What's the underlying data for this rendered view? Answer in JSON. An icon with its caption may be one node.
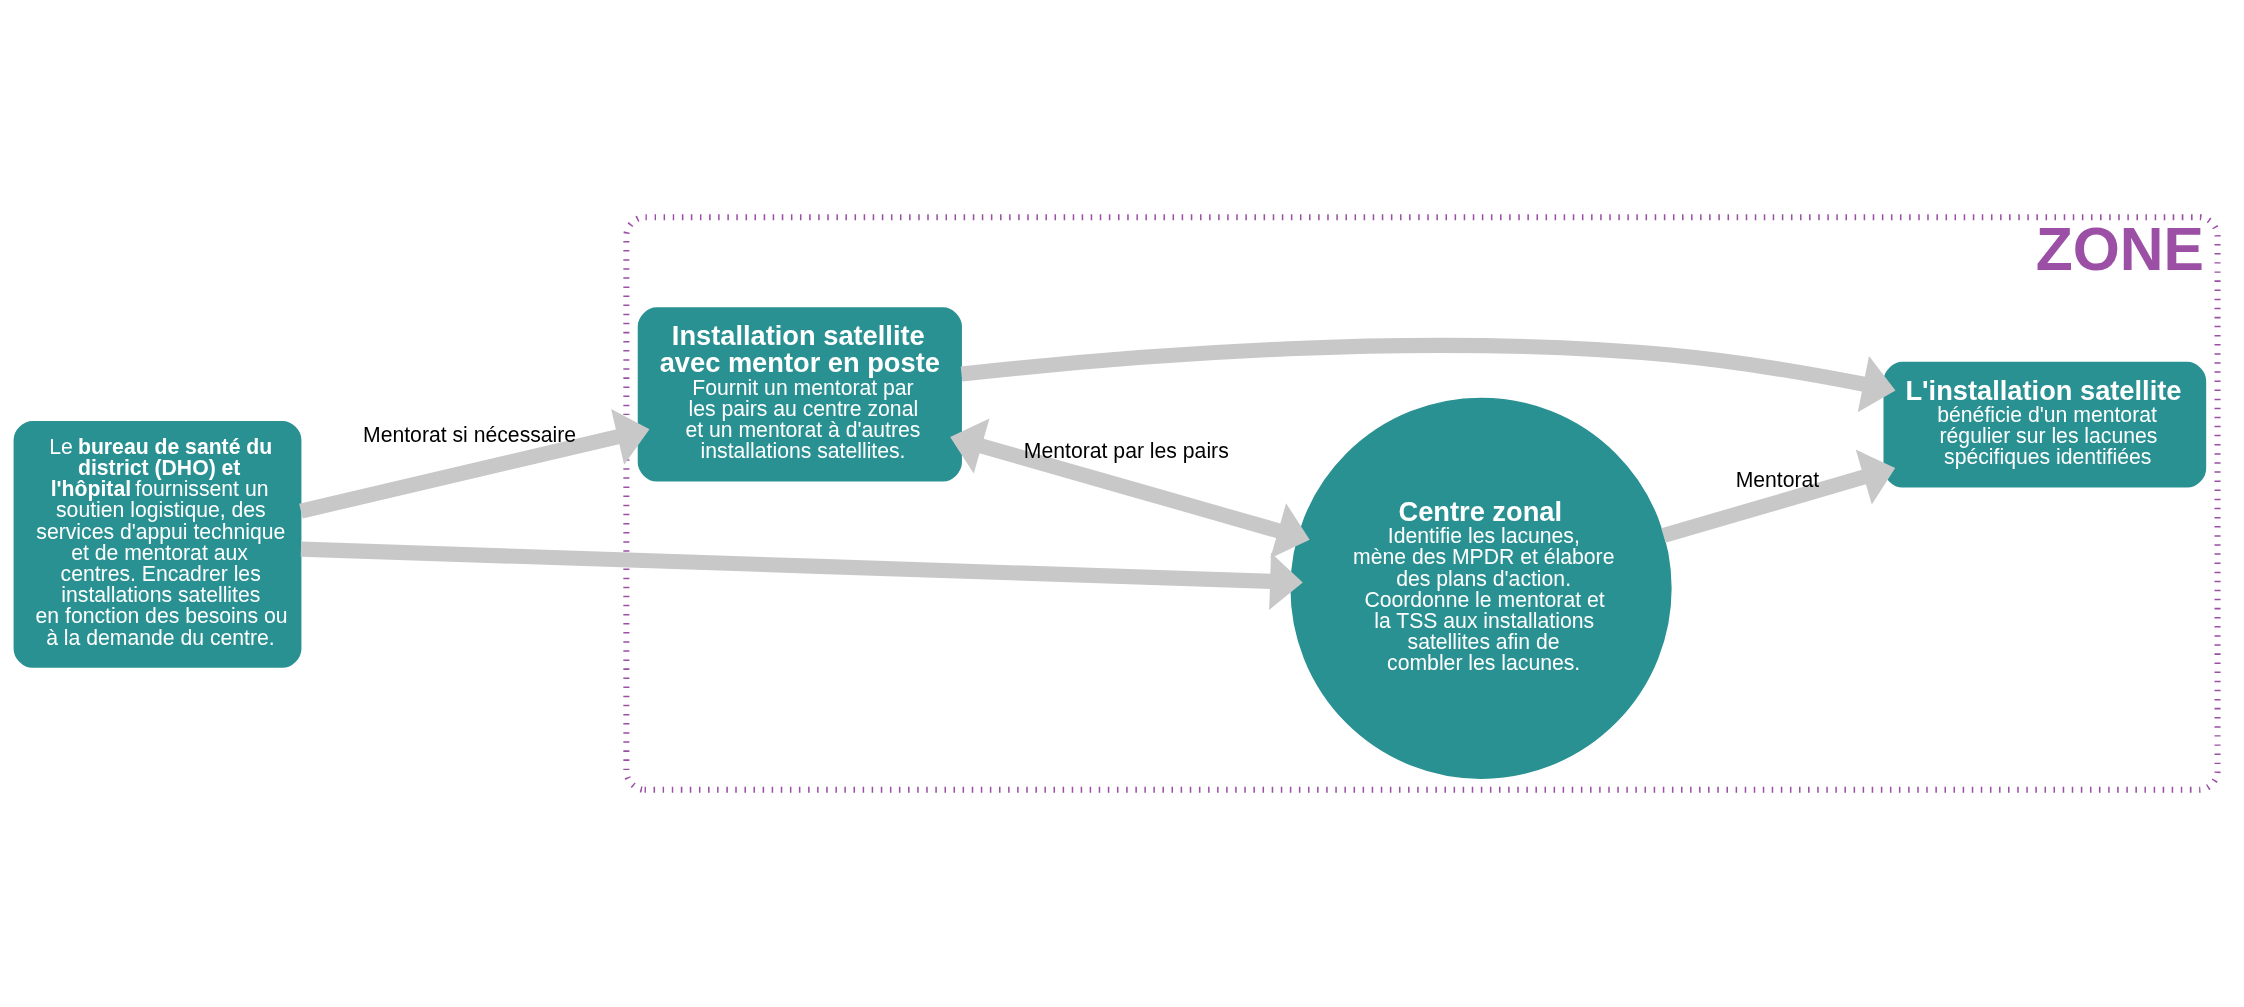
{
  "diagram": {
    "nodes": [
      {
        "text": [
          "Le **bureau de santé du district (DHO) et l'hôpital** fournissent un soutien logistique, des services d'appui technique et de mentorat aux centres. Encadrer les installations satellites en fonction des besoins ou à la demande du centre."
        ]
      },
      {
        "text": [
          "ZONE"
        ]
      },
      {
        "text": [
          "Centre zonal",
          "Identifie les lacunes, mène des MPDR et élabore des plans d'action. Coordonne le mentorat et la TSS aux installations satellites afin de combler les lacunes."
        ],
        "in": 1
      },
      {
        "text": [
          "Installation satellite avec mentor en poste",
          "Fournit un mentorat par les pairs au centre zonal et un mentorat à d'autres installations satellites."
        ],
        "in": 1
      },
      {
        "text": [
          "L'installation satellite",
          "bénéficie d'un mentorat régulier sur les lacunes spécifiques identifiées"
        ],
        "in": 1
      }
    ],
    "edges": [
      {
        "from": 0,
        "to": 2,
        "arrow": "to"
      },
      {
        "from": 0,
        "to": 3,
        "arrow": "to",
        "label": "Mentorat si nécessaire"
      },
      {
        "from": 3,
        "to": 2,
        "arrow": "both",
        "label": "Mentorat par les pairs"
      },
      {
        "from": 2,
        "to": 4,
        "arrow": "to",
        "label": "Mentorat"
      },
      {
        "from": 3,
        "to": 4,
        "arrow": "to"
      }
    ]
  }
}
